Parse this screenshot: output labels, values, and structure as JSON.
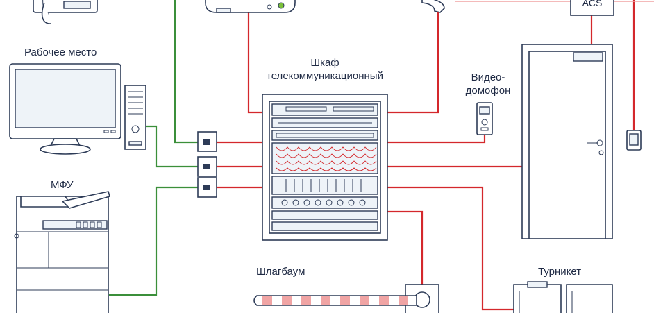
{
  "labels": {
    "workstation": "Рабочее место",
    "cabinet_line1": "Шкаф",
    "cabinet_line2": "телекоммуникационный",
    "intercom_line1": "Видео-",
    "intercom_line2": "домофон",
    "mfu": "МФУ",
    "barrier": "Шлагбаум",
    "turnstile": "Турникет",
    "acs": "ACS"
  },
  "colors": {
    "red_cable": "#d4282c",
    "green_cable": "#3b8f3a",
    "pink_cable": "#f0a4a4",
    "outline": "#2d3b57"
  }
}
